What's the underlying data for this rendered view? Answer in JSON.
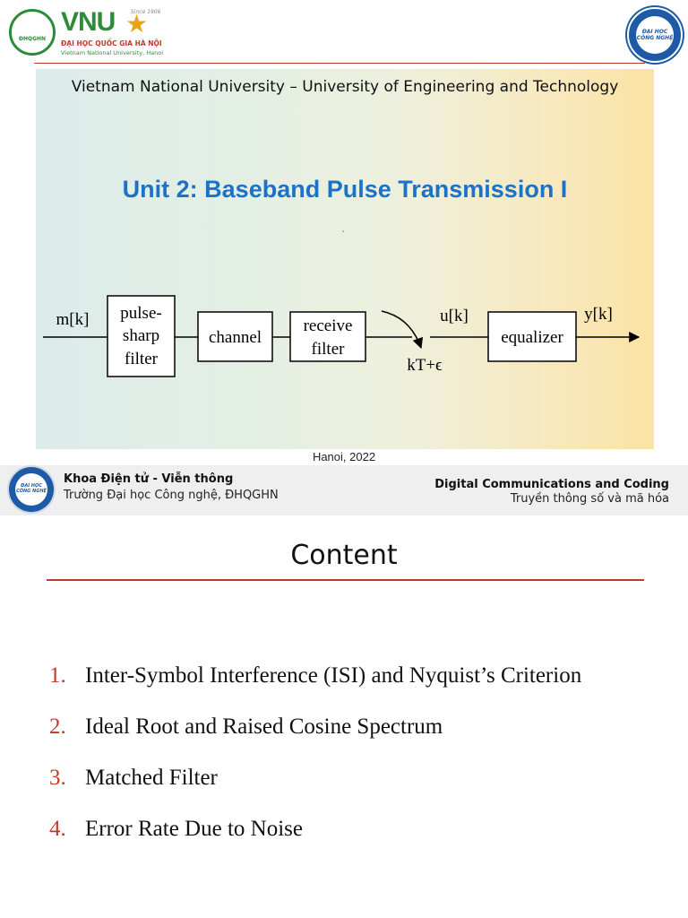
{
  "logo_vnu": {
    "wordmark": "VNU",
    "badge": "ĐHQGHN",
    "since": "Since 1906",
    "name_vi": "ĐẠI HỌC QUỐC GIA HÀ NỘI",
    "name_en": "Vietnam National University, Hanoi"
  },
  "logo_uet": {
    "text": "ĐẠI HỌC CÔNG NGHỆ"
  },
  "title_slide": {
    "university": "Vietnam National University – University of Engineering and Technology",
    "unit_title": "Unit 2: Baseband Pulse Transmission I",
    "location_date": "Hanoi, 2022"
  },
  "diagram": {
    "input_label": "m[k]",
    "blocks": [
      "pulse-sharp filter",
      "channel",
      "receive filter",
      "equalizer"
    ],
    "block_lines": [
      [
        "pulse-",
        "sharp",
        "filter"
      ],
      [
        "channel"
      ],
      [
        "receive",
        "filter"
      ],
      [
        "equalizer"
      ]
    ],
    "sampler_label": "kT+ϵ",
    "sample_label": "u[k]",
    "output_label": "y[k]"
  },
  "footer": {
    "faculty": "Khoa Điện tử - Viễn thông",
    "school": "Trường Đại học Công nghệ, ĐHQGHN",
    "course_en": "Digital Communications and Coding",
    "course_vi": "Truyền thông số và mã hóa"
  },
  "content_slide": {
    "heading": "Content",
    "items": [
      {
        "num": "1.",
        "text": "Inter-Symbol Interference (ISI) and Nyquist’s Criterion"
      },
      {
        "num": "2.",
        "text": "Ideal Root and Raised Cosine Spectrum"
      },
      {
        "num": "3.",
        "text": "Matched Filter"
      },
      {
        "num": "4.",
        "text": "Error Rate Due to Noise"
      }
    ]
  },
  "colors": {
    "title_blue": "#1a73c8",
    "accent_red": "#c0392b",
    "vnu_green": "#2e8b3a",
    "uet_blue": "#1f5aa6"
  }
}
